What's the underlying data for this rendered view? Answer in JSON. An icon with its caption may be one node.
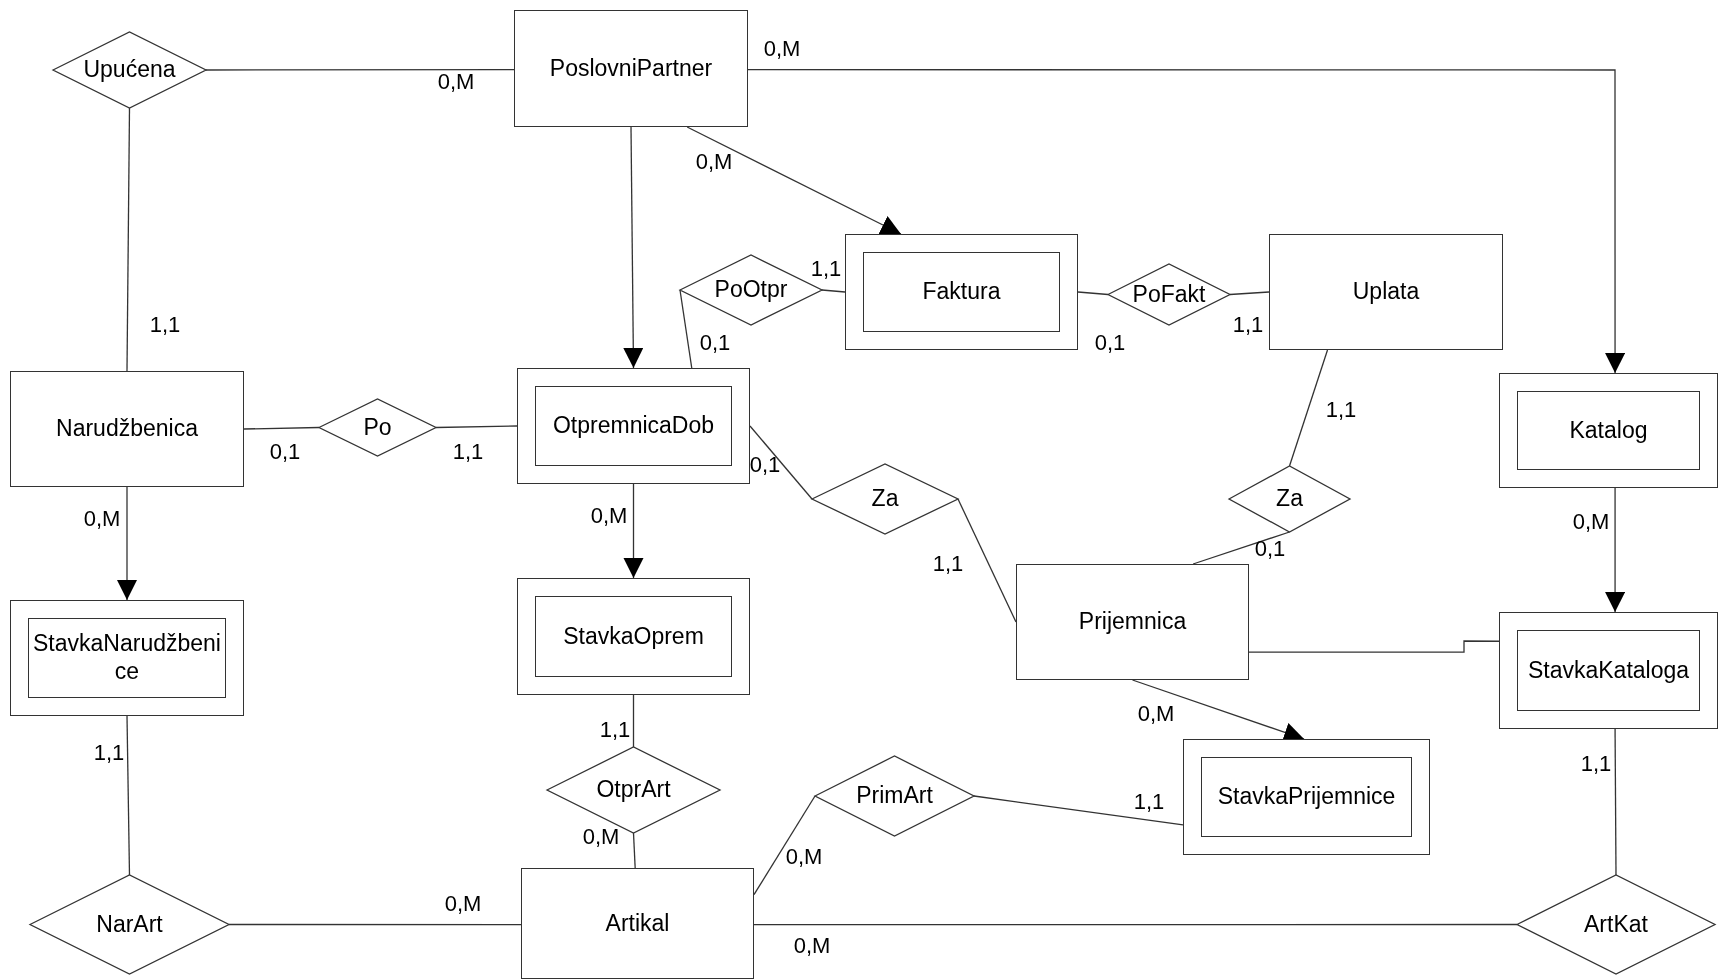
{
  "diagram": {
    "nodes": [
      {
        "text": [
          "Upućena"
        ]
      },
      {
        "text": [
          "PoslovniPartner"
        ]
      },
      {
        "text": [
          "PoOtpr"
        ]
      },
      {
        "text": [
          "Faktura"
        ]
      },
      {
        "text": [
          "PoFakt"
        ]
      },
      {
        "text": [
          "Uplata"
        ]
      },
      {
        "text": [
          "Narudžbenica"
        ]
      },
      {
        "text": [
          "Po"
        ]
      },
      {
        "text": [
          "OtpremnicaDob"
        ]
      },
      {
        "text": [
          "Katalog"
        ]
      },
      {
        "text": [
          "Za"
        ]
      },
      {
        "text": [
          "Za"
        ]
      },
      {
        "text": [
          "StavkaNarudžbenice"
        ]
      },
      {
        "text": [
          "StavkaOprem"
        ]
      },
      {
        "text": [
          "Prijemnica"
        ]
      },
      {
        "text": [
          "StavkaKataloga"
        ]
      },
      {
        "text": [
          "StavkaPrijemnice"
        ]
      },
      {
        "text": [
          "OtprArt"
        ]
      },
      {
        "text": [
          "PrimArt"
        ]
      },
      {
        "text": [
          "NarArt"
        ]
      },
      {
        "text": [
          "Artikal"
        ]
      },
      {
        "text": [
          "ArtKat"
        ]
      }
    ],
    "edges": [
      {
        "from": 0,
        "to": 1,
        "arrow": "none"
      },
      {
        "from": 0,
        "to": 6,
        "arrow": "none"
      },
      {
        "from": 1,
        "to": 8,
        "arrow": "to"
      },
      {
        "from": 1,
        "to": 3,
        "arrow": "to"
      },
      {
        "from": 1,
        "to": 9,
        "arrow": "to"
      },
      {
        "from": 2,
        "to": 8,
        "arrow": "none"
      },
      {
        "from": 2,
        "to": 3,
        "arrow": "none"
      },
      {
        "from": 3,
        "to": 4,
        "arrow": "none"
      },
      {
        "from": 4,
        "to": 5,
        "arrow": "none"
      },
      {
        "from": 6,
        "to": 7,
        "arrow": "none"
      },
      {
        "from": 7,
        "to": 8,
        "arrow": "none"
      },
      {
        "from": 6,
        "to": 12,
        "arrow": "to"
      },
      {
        "from": 8,
        "to": 13,
        "arrow": "to"
      },
      {
        "from": 8,
        "to": 10,
        "arrow": "none"
      },
      {
        "from": 10,
        "to": 14,
        "arrow": "none"
      },
      {
        "from": 5,
        "to": 11,
        "arrow": "none"
      },
      {
        "from": 11,
        "to": 14,
        "arrow": "none"
      },
      {
        "from": 9,
        "to": 15,
        "arrow": "to"
      },
      {
        "from": 14,
        "to": 15,
        "arrow": "none"
      },
      {
        "from": 14,
        "to": 16,
        "arrow": "to"
      },
      {
        "from": 13,
        "to": 17,
        "arrow": "none"
      },
      {
        "from": 17,
        "to": 20,
        "arrow": "none"
      },
      {
        "from": 18,
        "to": 16,
        "arrow": "none"
      },
      {
        "from": 18,
        "to": 20,
        "arrow": "none"
      },
      {
        "from": 12,
        "to": 19,
        "arrow": "none"
      },
      {
        "from": 19,
        "to": 20,
        "arrow": "none"
      },
      {
        "from": 20,
        "to": 21,
        "arrow": "none"
      },
      {
        "from": 15,
        "to": 21,
        "arrow": "none"
      }
    ],
    "labels": [
      "0,M",
      "0,M",
      "0,M",
      "1,1",
      "1,1",
      "1,1",
      "0,1",
      "0,1",
      "1,1",
      "0,1",
      "1,1",
      "0,1",
      "0,M",
      "0,M",
      "0,M",
      "0,1",
      "1,1",
      "0,M",
      "1,1",
      "1,1",
      "1,1",
      "1,1",
      "0,M",
      "0,M",
      "0,M",
      "0,M"
    ]
  }
}
